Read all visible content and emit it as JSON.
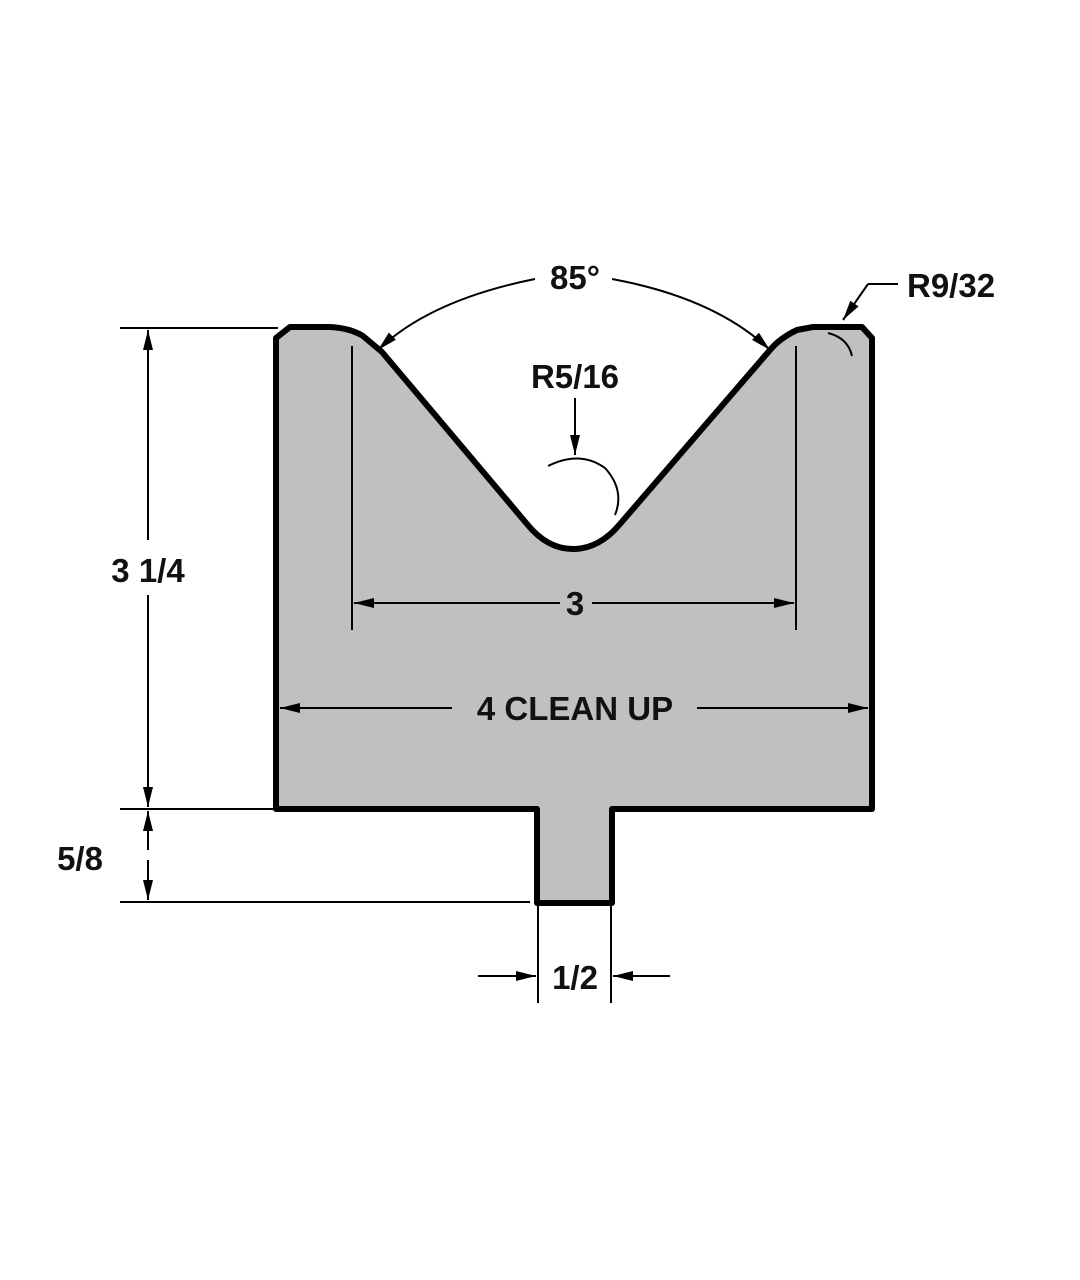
{
  "drawing": {
    "angle_label": "85°",
    "tip_radius_label": "R9/32",
    "groove_radius_label": "R5/16",
    "opening_width_label": "3",
    "body_width_label": "4 CLEAN UP",
    "body_height_label": "3 1/4",
    "tang_height_label": "5/8",
    "tang_width_label": "1/2"
  },
  "colors": {
    "body_fill": "#c0c0c0",
    "outline": "#000000",
    "text": "#111111",
    "background": "#ffffff"
  }
}
